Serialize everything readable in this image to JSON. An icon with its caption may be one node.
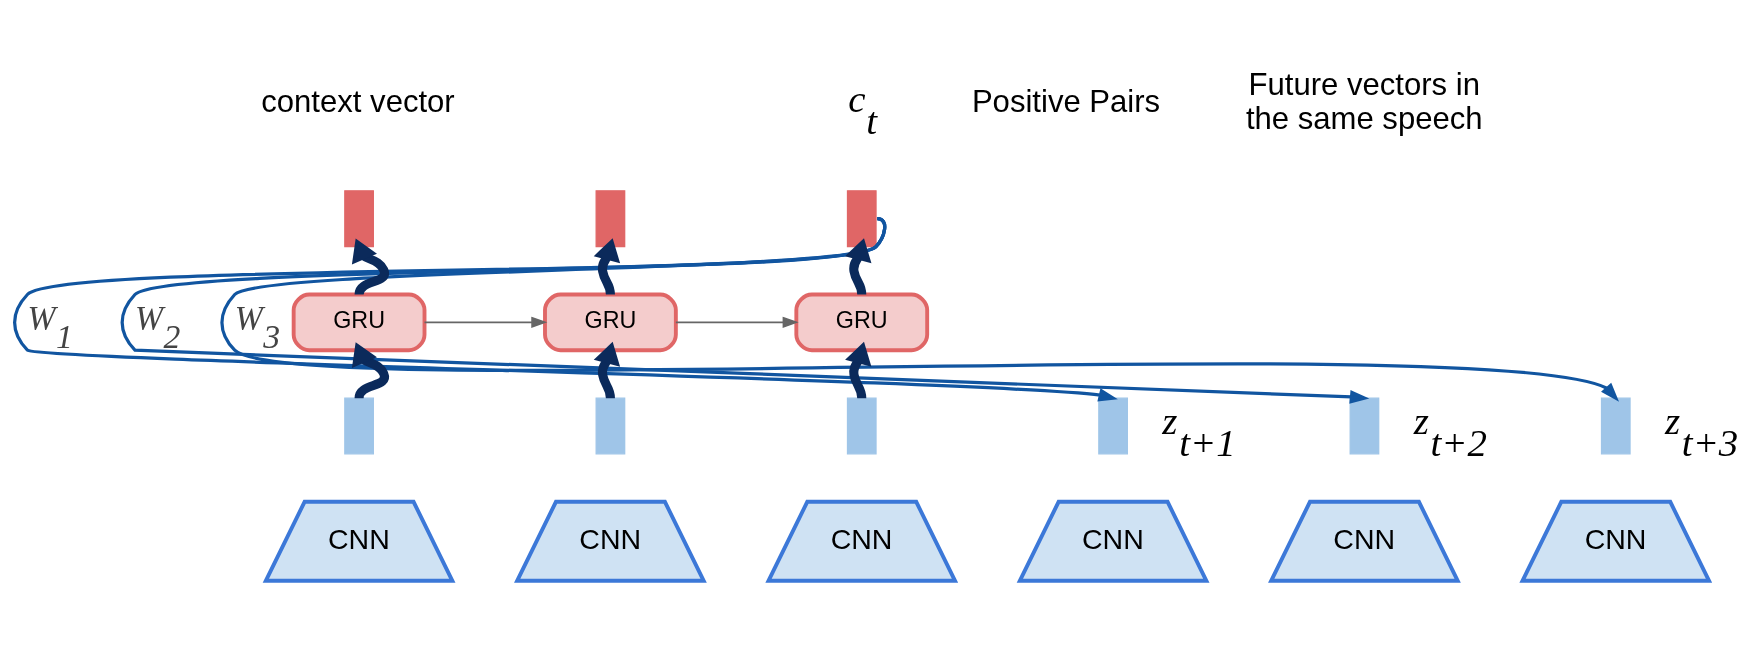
{
  "diagram": {
    "nodes": [
      {
        "text": [],
        "shape": "bar",
        "beside": [
          "context vector"
        ]
      },
      {
        "text": [],
        "shape": "bar"
      },
      {
        "text": [],
        "shape": "bar",
        "beside": [
          "c$_{t}$"
        ]
      },
      {
        "text": [
          "GRU"
        ]
      },
      {
        "text": [
          "GRU"
        ]
      },
      {
        "text": [
          "GRU"
        ]
      },
      {
        "text": [],
        "shape": "bar"
      },
      {
        "text": [],
        "shape": "bar"
      },
      {
        "text": [],
        "shape": "bar"
      },
      {
        "text": [],
        "shape": "bar",
        "beside": [
          "z$_{t+1}$"
        ]
      },
      {
        "text": [],
        "shape": "bar",
        "beside": [
          "z$_{t+2}$"
        ]
      },
      {
        "text": [],
        "shape": "bar",
        "beside": [
          "z$_{t+3}$"
        ]
      },
      {
        "text": [
          "CNN"
        ]
      },
      {
        "text": [
          "CNN"
        ]
      },
      {
        "text": [
          "CNN"
        ]
      },
      {
        "text": [
          "CNN"
        ]
      },
      {
        "text": [
          "CNN"
        ]
      },
      {
        "text": [
          "CNN"
        ]
      }
    ],
    "edges": [
      {
        "from": 6,
        "to": 3,
        "arrow": "to"
      },
      {
        "from": 7,
        "to": 4,
        "arrow": "to"
      },
      {
        "from": 8,
        "to": 5,
        "arrow": "to"
      },
      {
        "from": 3,
        "to": 0,
        "arrow": "to"
      },
      {
        "from": 4,
        "to": 1,
        "arrow": "to"
      },
      {
        "from": 5,
        "to": 2,
        "arrow": "to"
      },
      {
        "from": 3,
        "to": 4,
        "arrow": "to",
        "color": "#666666"
      },
      {
        "from": 4,
        "to": 5,
        "arrow": "to",
        "color": "#666666"
      },
      {
        "from": 2,
        "to": 9,
        "arrow": "to",
        "label": "W$_{1}$",
        "color": "#1155a0"
      },
      {
        "from": 2,
        "to": 10,
        "arrow": "to",
        "label": "W$_{2}$",
        "color": "#1155a0"
      },
      {
        "from": 2,
        "to": 11,
        "arrow": "to",
        "label": "W$_{3}$",
        "color": "#1155a0"
      }
    ],
    "labels": [
      "Positive Pairs",
      "Future vectors in the same speech"
    ]
  }
}
